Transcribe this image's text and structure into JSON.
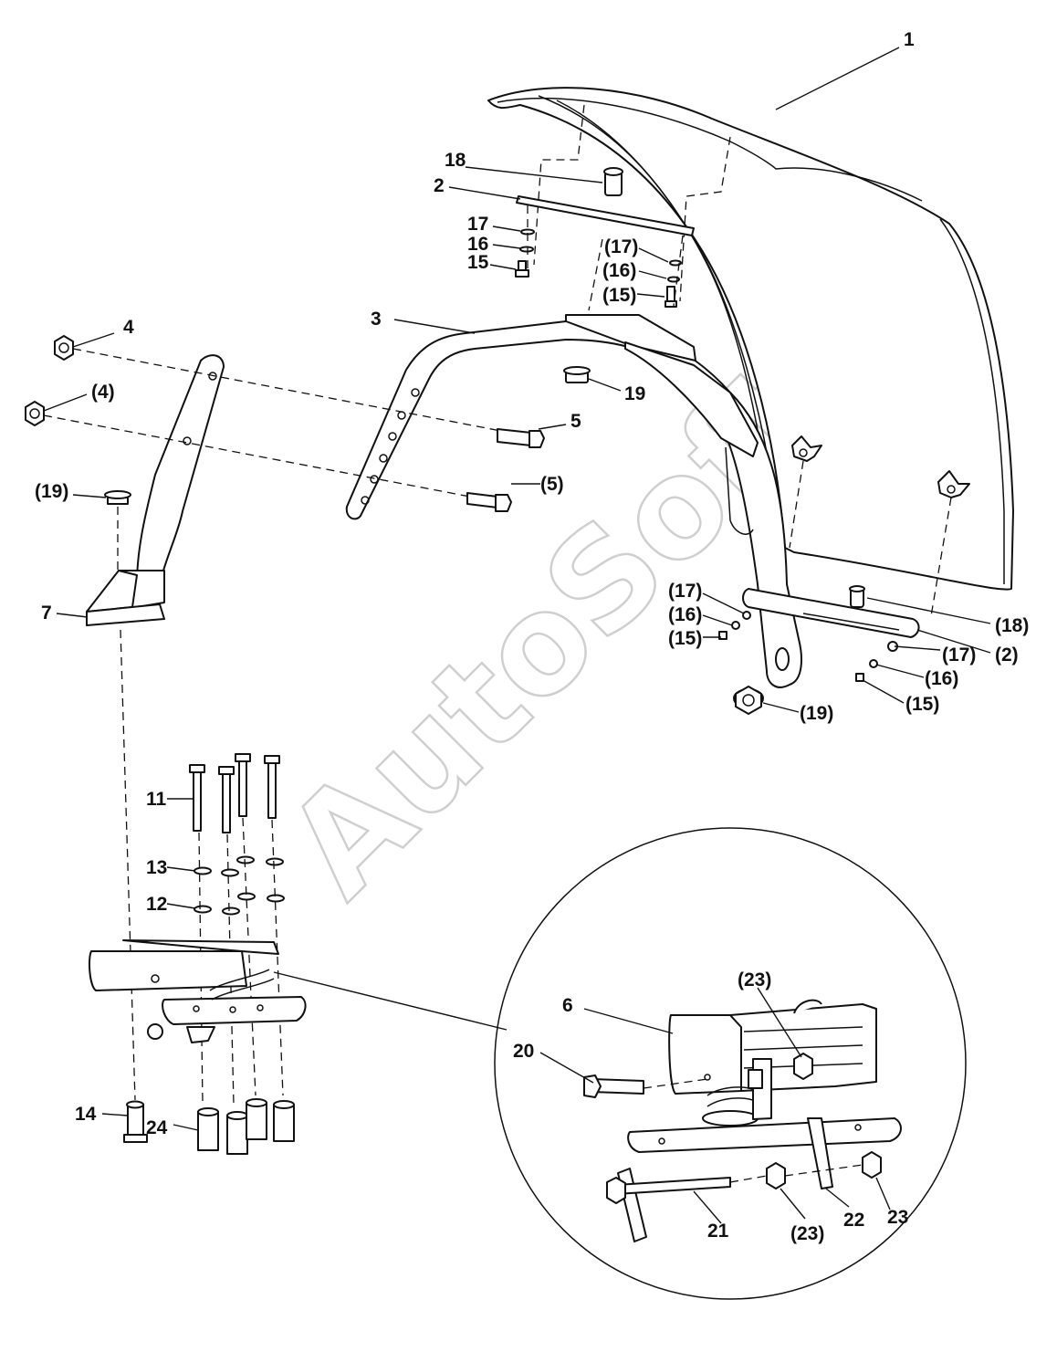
{
  "watermark": "AutoSoft",
  "labels": {
    "l1": "1",
    "l18": "18",
    "l2": "2",
    "l17": "17",
    "l16": "16",
    "l15": "15",
    "l17p": "(17)",
    "l16p": "(16)",
    "l15p": "(15)",
    "l3": "3",
    "l19": "19",
    "l4": "4",
    "l4p": "(4)",
    "l5": "5",
    "l5p": "(5)",
    "l19p": "(19)",
    "l7": "7",
    "l17b": "(17)",
    "l16b": "(16)",
    "l15b": "(15)",
    "l18p": "(18)",
    "l17c": "(17)",
    "l2p": "(2)",
    "l16c": "(16)",
    "l15c": "(15)",
    "l19b": "(19)",
    "l11": "11",
    "l13": "13",
    "l12": "12",
    "l14": "14",
    "l24": "24",
    "l23p": "(23)",
    "l6": "6",
    "l20": "20",
    "l21": "21",
    "l23p2": "(23)",
    "l22": "22",
    "l23": "23"
  }
}
